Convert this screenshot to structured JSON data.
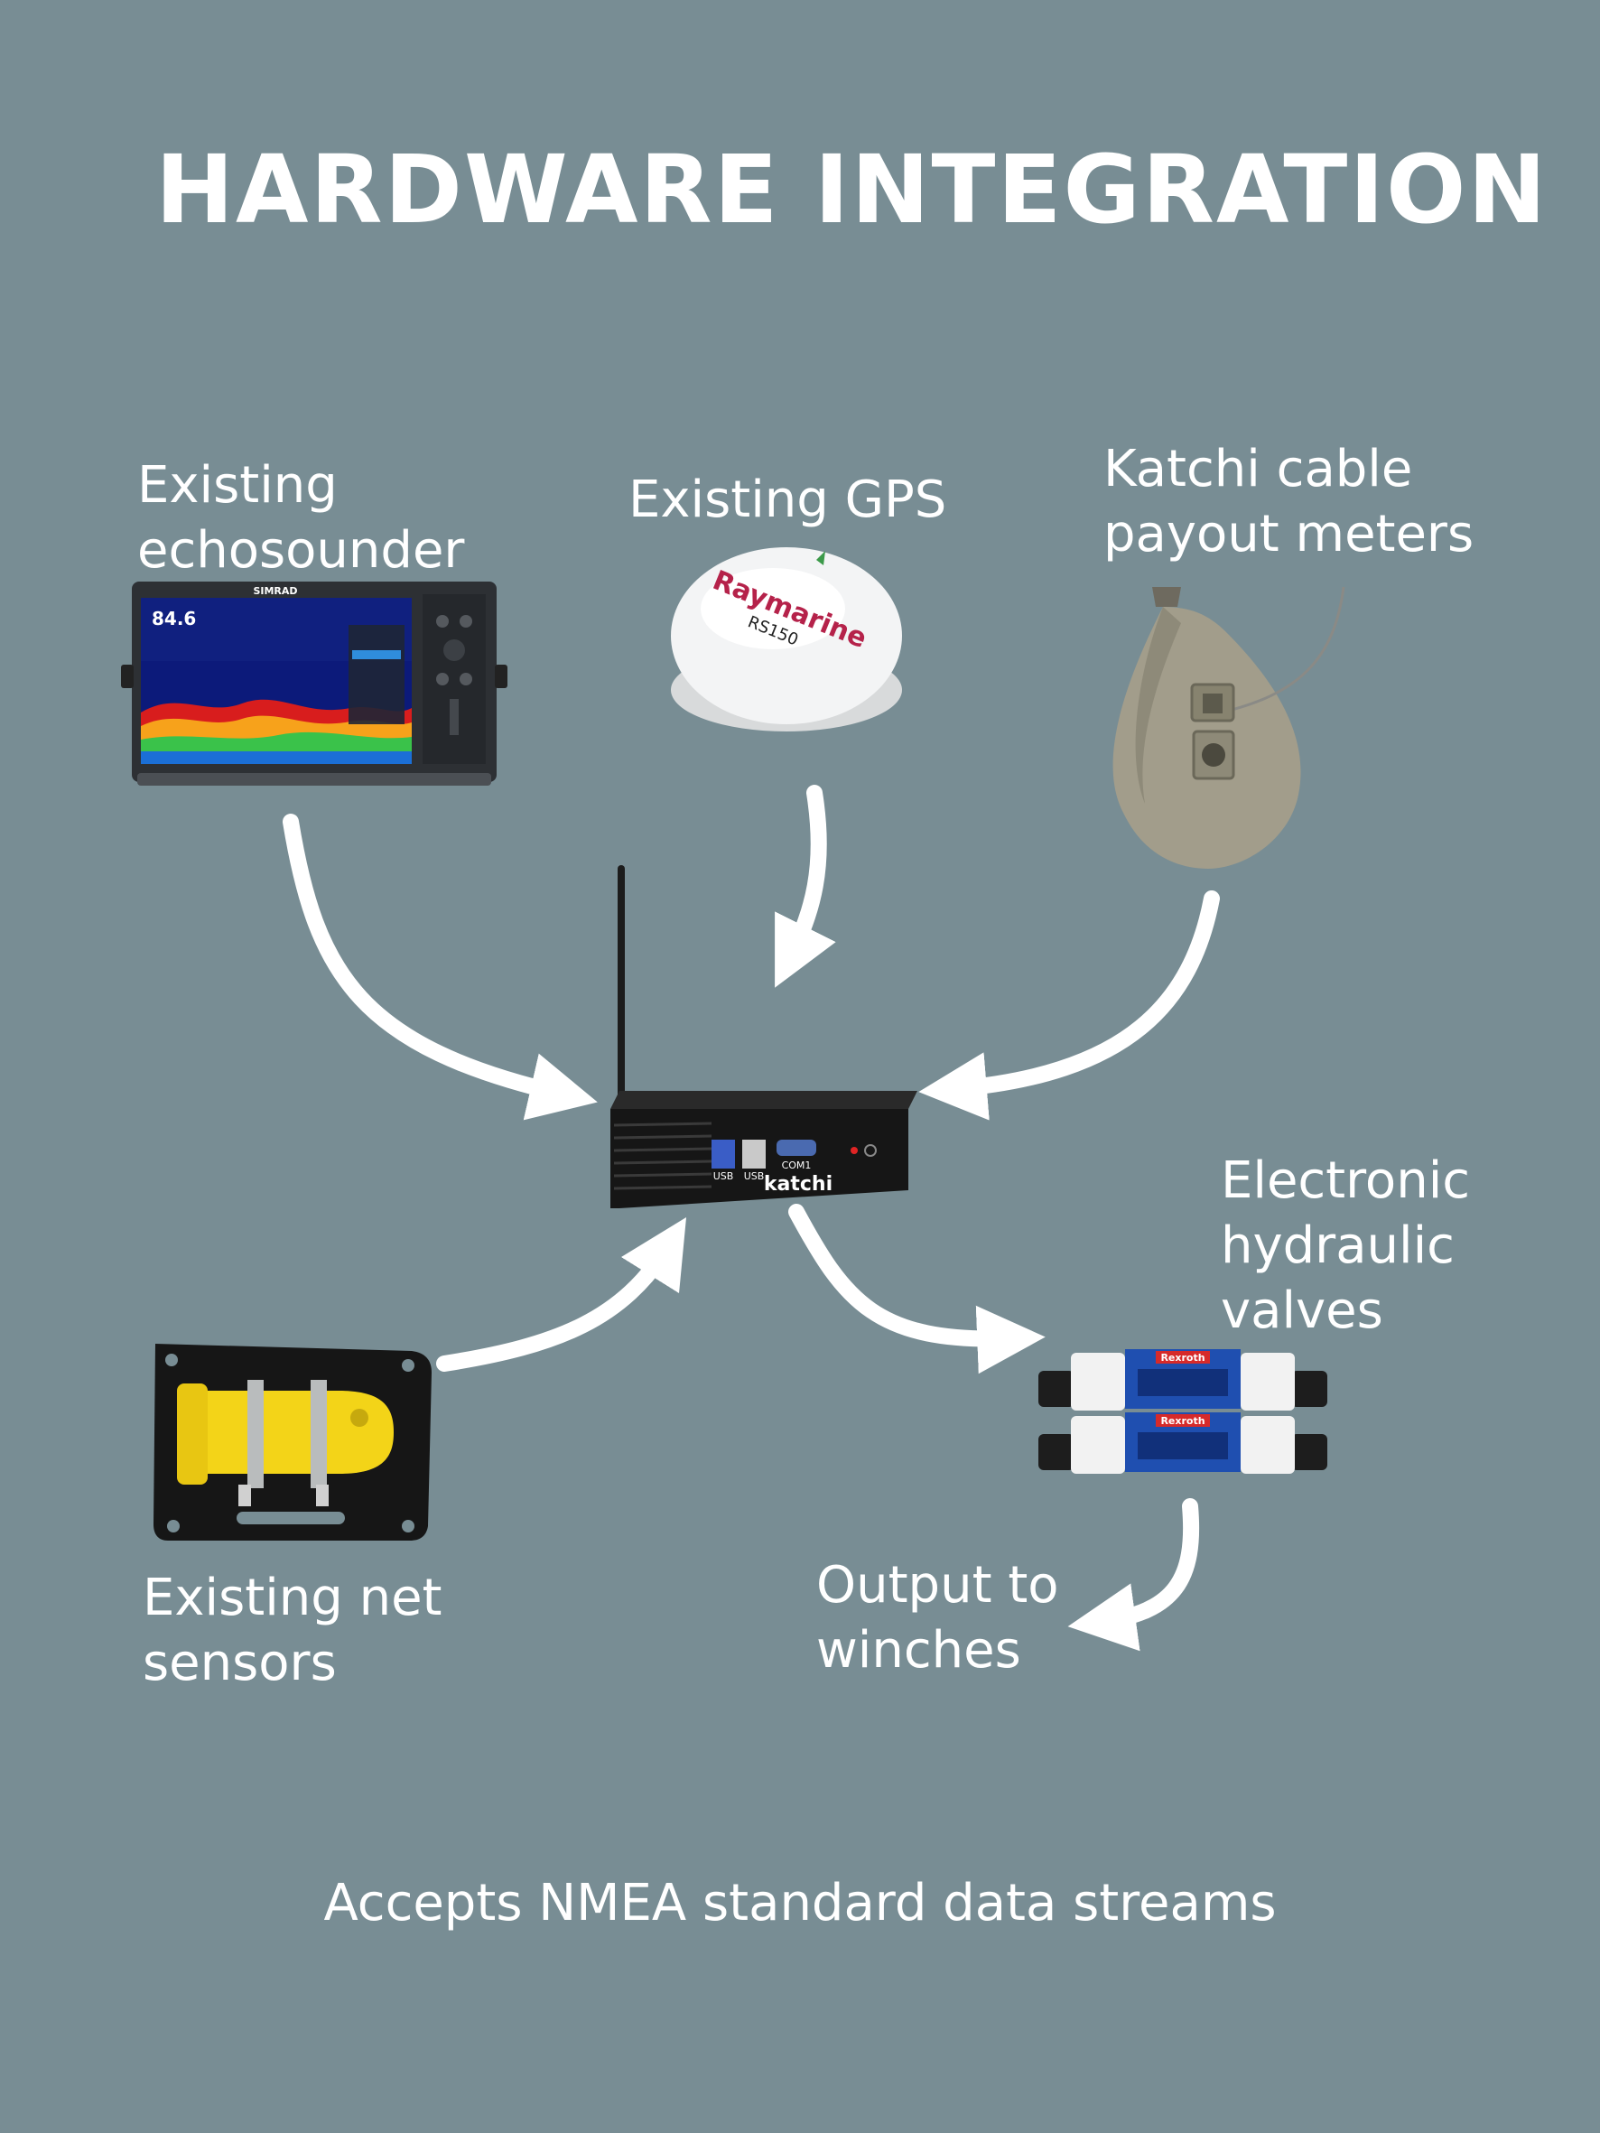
{
  "title": "HARDWARE INTEGRATION",
  "nodes": {
    "echosounder": {
      "label_line1": "Existing",
      "label_line2": "echosounder",
      "brand": "SIMRAD",
      "reading": "84.6"
    },
    "gps": {
      "label": "Existing GPS",
      "brand": "Raymarine",
      "model": "RS150"
    },
    "payout": {
      "label_line1": "Katchi cable",
      "label_line2": "payout meters"
    },
    "hub": {
      "brand": "katchi",
      "port_usb1": "USB",
      "port_usb2": "USB",
      "port_com": "COM1"
    },
    "valves": {
      "label_line1": "Electronic",
      "label_line2": "hydraulic",
      "label_line3": "valves",
      "brand1": "Rexroth",
      "brand2": "Rexroth"
    },
    "net_sensors": {
      "label_line1": "Existing net",
      "label_line2": "sensors"
    },
    "output": {
      "label_line1": "Output to",
      "label_line2": "winches"
    }
  },
  "footer": "Accepts NMEA standard data streams",
  "colors": {
    "background": "#788d94",
    "text": "#ffffff",
    "arrow": "#ffffff",
    "sensor_yellow": "#f3d418",
    "valve_blue": "#1f4fb0"
  }
}
